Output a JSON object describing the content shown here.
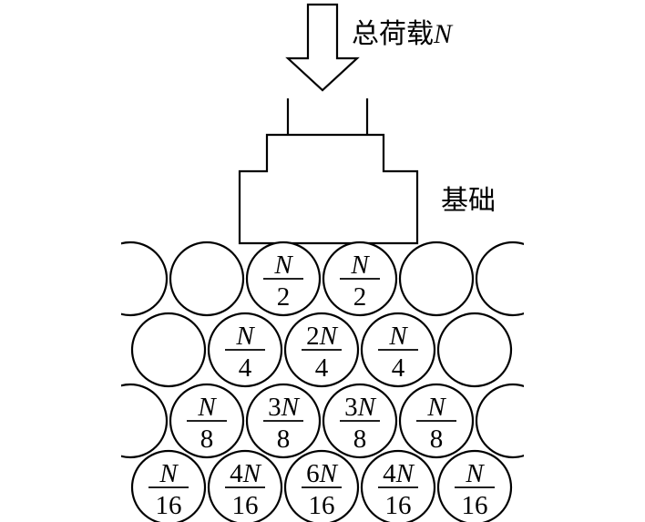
{
  "load": {
    "text": "总荷载",
    "symbol": "N"
  },
  "foundation": {
    "text": "基础"
  },
  "rows": [
    [
      "",
      "",
      "N|2",
      "N|2",
      "",
      ""
    ],
    [
      "",
      "N|4",
      "2N|4",
      "N|4",
      ""
    ],
    [
      "",
      "N|8",
      "3N|8",
      "3N|8",
      "N|8",
      ""
    ],
    [
      "N|16",
      "4N|16",
      "6N|16",
      "4N|16",
      "N|16"
    ]
  ]
}
